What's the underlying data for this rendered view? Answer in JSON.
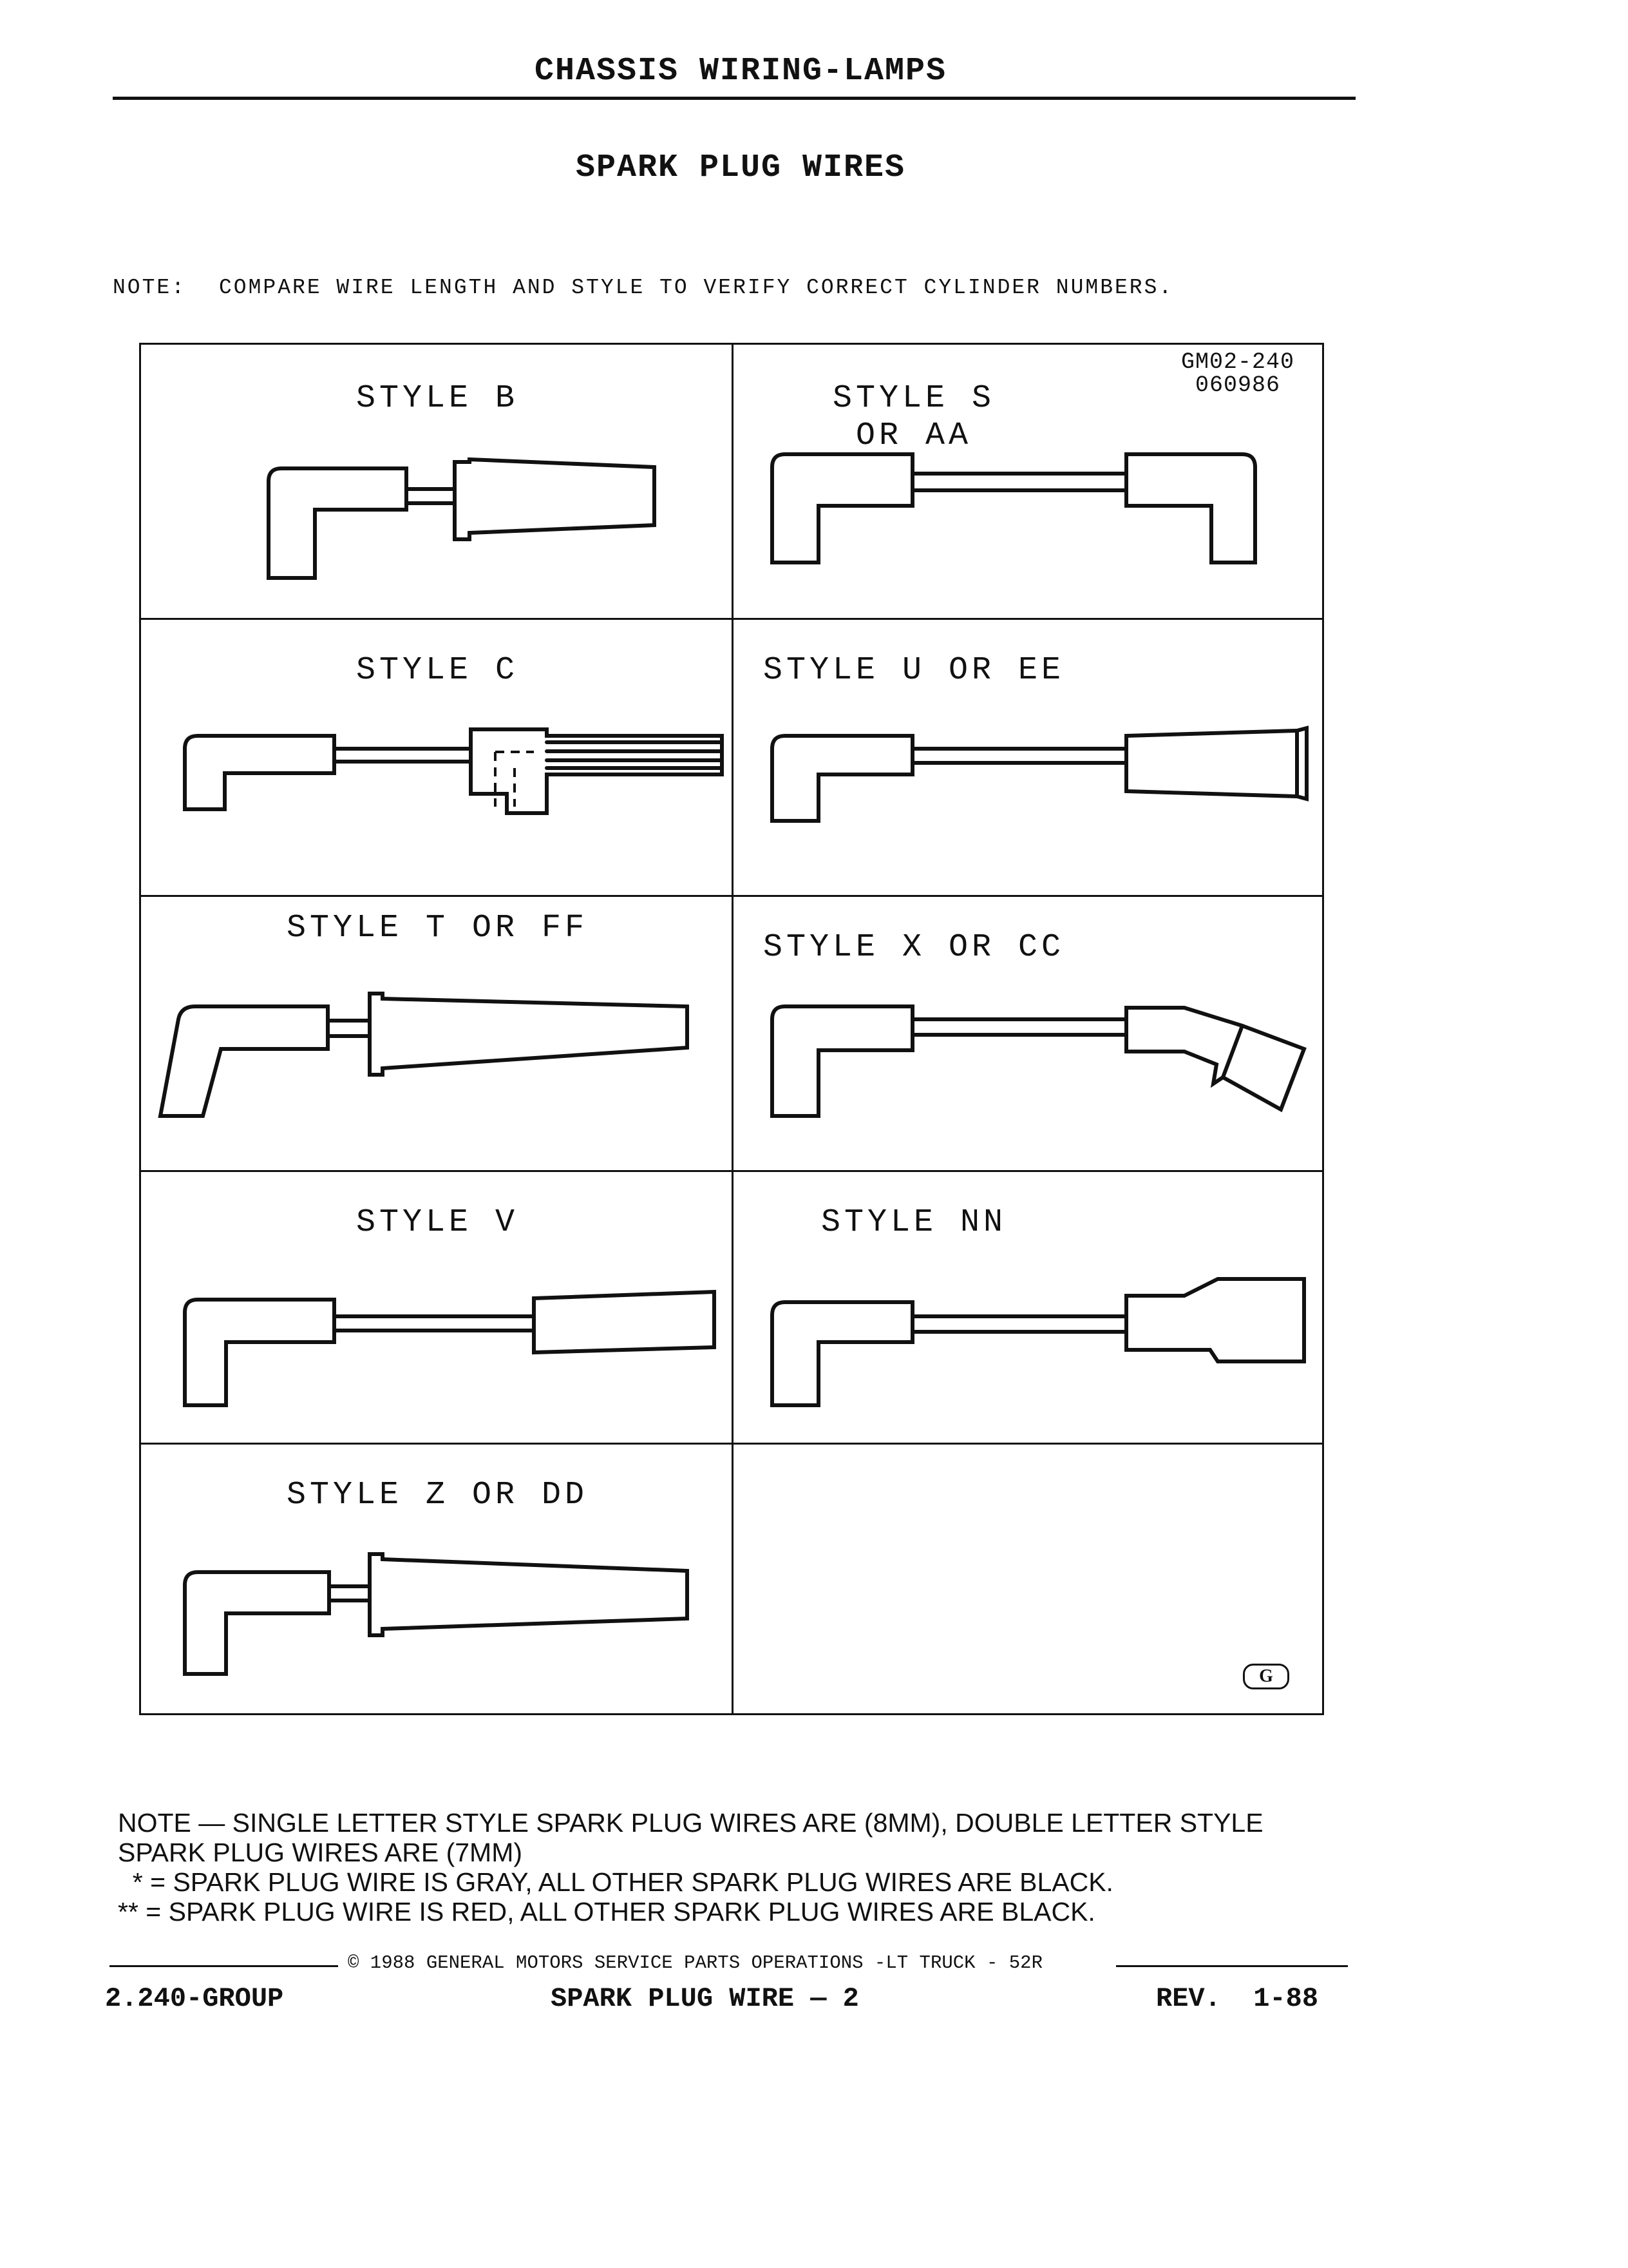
{
  "header": {
    "section_title": "CHASSIS WIRING-LAMPS",
    "page_title": "SPARK PLUG WIRES",
    "note_label": "NOTE:",
    "note_text": "COMPARE WIRE LENGTH AND STYLE TO VERIFY CORRECT CYLINDER NUMBERS."
  },
  "figure": {
    "ref_id_line1": "GM02-240",
    "ref_id_line2": "060986",
    "logo_text": "G",
    "cells": [
      {
        "label": "STYLE B"
      },
      {
        "label": "STYLE S\nOR AA"
      },
      {
        "label": "STYLE C"
      },
      {
        "label": "STYLE U OR EE"
      },
      {
        "label": "STYLE T OR FF"
      },
      {
        "label": "STYLE X OR CC"
      },
      {
        "label": "STYLE V"
      },
      {
        "label": "STYLE NN"
      },
      {
        "label": "STYLE Z OR DD"
      },
      {
        "label": ""
      }
    ]
  },
  "bottom_note": {
    "line1": "NOTE — SINGLE LETTER STYLE SPARK PLUG WIRES ARE (8MM), DOUBLE LETTER STYLE",
    "line2": "SPARK PLUG WIRES ARE (7MM)",
    "line3": "  * = SPARK PLUG WIRE IS GRAY, ALL OTHER SPARK PLUG WIRES ARE BLACK.",
    "line4": "** = SPARK PLUG WIRE IS RED, ALL OTHER SPARK PLUG WIRES ARE BLACK."
  },
  "footer": {
    "copyright": "© 1988 GENERAL MOTORS SERVICE PARTS OPERATIONS -LT TRUCK    - 52R",
    "group": "2.240-GROUP",
    "page_ref": "SPARK PLUG WIRE — 2",
    "revision": "REV.  1-88"
  }
}
